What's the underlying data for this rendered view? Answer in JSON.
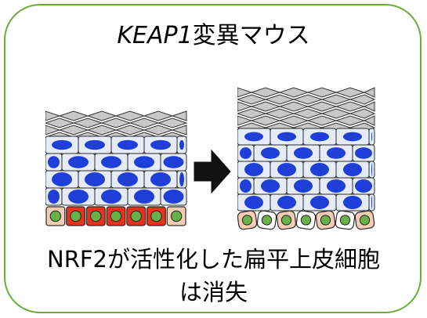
{
  "title": {
    "gene": "KEAP1",
    "suffix": "変異マウス"
  },
  "caption": {
    "line1": "NRF2が活性化した扁平上皮細胞",
    "line2": "は消失"
  },
  "colors": {
    "border": "#6aab3a",
    "squamous": "#c8c8c8",
    "squamous_edge": "#333333",
    "spinous_fill": "#e6ecf7",
    "nucleus_blue": "#1f3fd8",
    "basal_normal_fill": "#f5cdb6",
    "basal_active_fill": "#e8321c",
    "basal_nucleus": "#6ab14a",
    "arrow": "#111111"
  },
  "icons": {
    "arrow": "right-arrow-icon"
  }
}
